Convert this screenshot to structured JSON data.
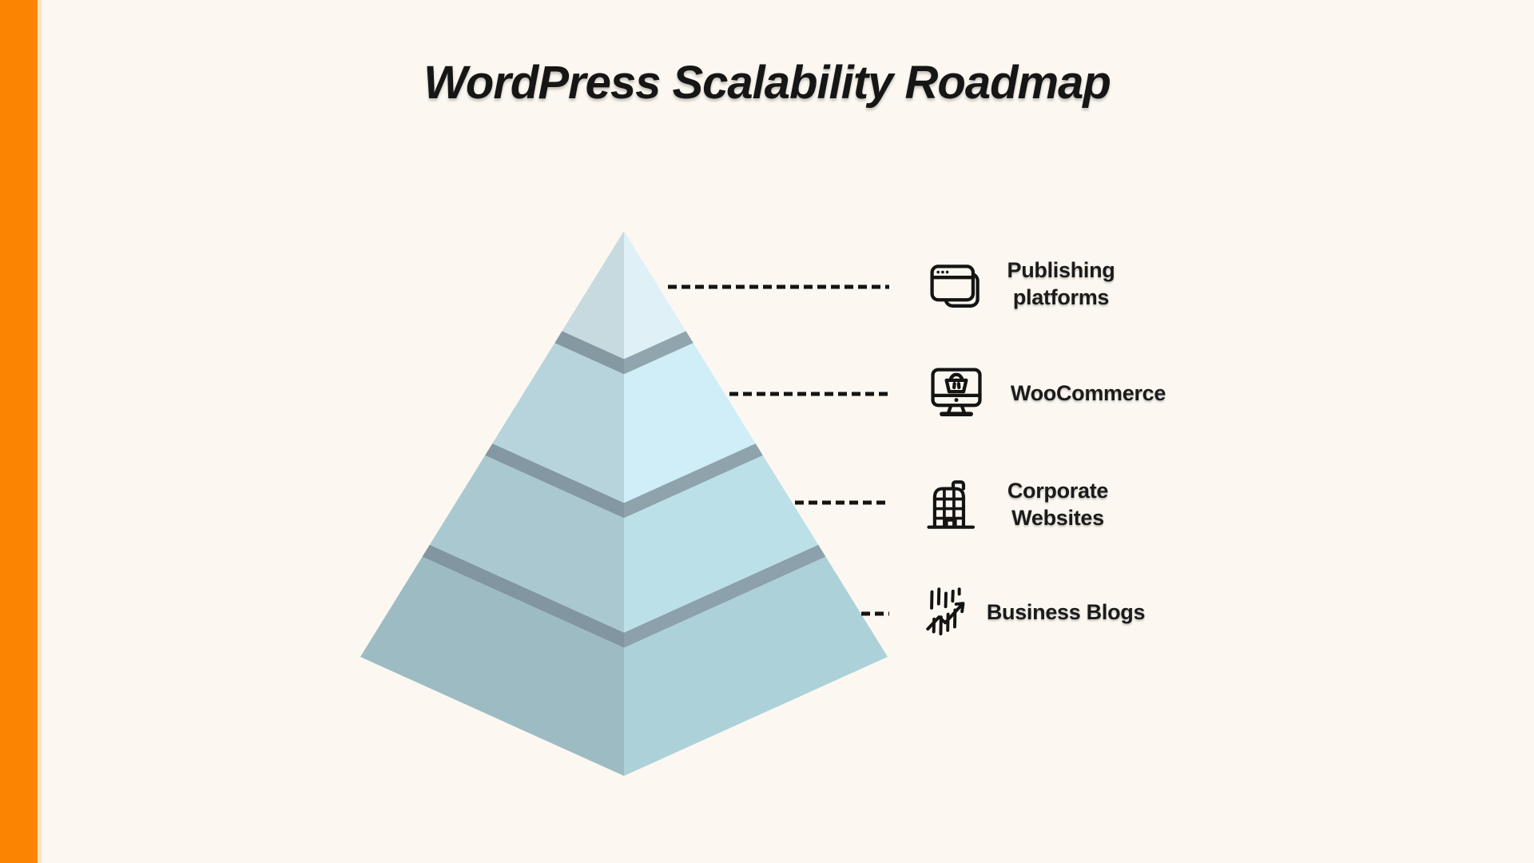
{
  "title": "WordPress Scalability Roadmap",
  "theme": {
    "background": "#fcf8f1",
    "accent_bar_color": "#fb8500",
    "accent_bar_edge_color": "#fbe3c0",
    "title_color": "#161616",
    "label_color": "#1b1b1b",
    "dash_color": "#141414",
    "icon_color": "#141414"
  },
  "pyramid": {
    "tiers": [
      {
        "name": "publishing-platforms",
        "left_color": "#c6dae0",
        "right_color": "#dff1f7"
      },
      {
        "name": "woocommerce",
        "left_color": "#b7d4dc",
        "right_color": "#cfeef7"
      },
      {
        "name": "corporate-websites",
        "left_color": "#aac8d0",
        "right_color": "#bce0e8"
      },
      {
        "name": "business-blogs",
        "left_color": "#9dbbc3",
        "right_color": "#add1d9"
      }
    ],
    "band_left_colors": [
      "#8599a3",
      "#8398a2",
      "#8196a0"
    ],
    "band_right_colors": [
      "#90a5ae",
      "#8ea3ac",
      "#8ca1ab"
    ]
  },
  "callouts": [
    {
      "icon": "browser-windows-icon",
      "lines": [
        "Publishing",
        "platforms"
      ]
    },
    {
      "icon": "monitor-cart-icon",
      "lines": [
        "WooCommerce"
      ]
    },
    {
      "icon": "building-icon",
      "lines": [
        "Corporate",
        "Websites"
      ]
    },
    {
      "icon": "growth-chart-icon",
      "lines": [
        "Business Blogs"
      ]
    }
  ]
}
